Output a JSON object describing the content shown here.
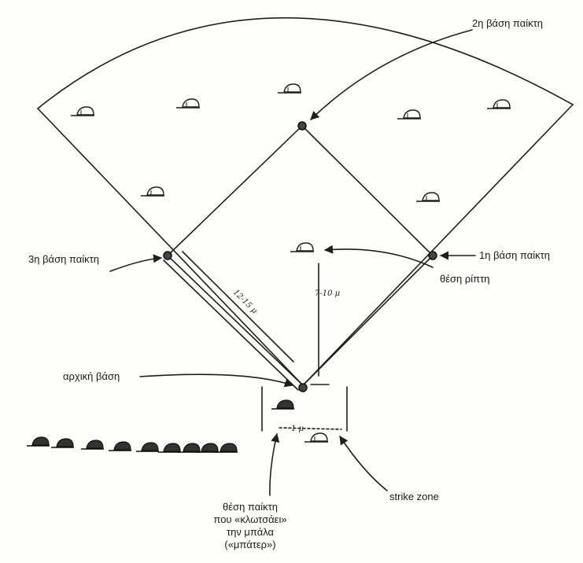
{
  "labels": {
    "second_base": "2η βάση παίκτη",
    "first_base": "1η βάση παίκτη",
    "third_base": "3η βάση παίκτη",
    "pitcher_position": "θέση ρίπτη",
    "home_base": "αρχική βάση",
    "strike_zone": "strike zone",
    "batter_position": [
      "θέση παίκτη",
      "που «κλωτσάει»",
      "την μπάλα",
      "(«μπάτερ»)"
    ]
  },
  "measurements": {
    "base_distance": "12-15 μ",
    "pitch_distance": "7-10 μ",
    "zone_width": "1 μ"
  },
  "icons": {
    "fielder": "cap-icon",
    "base": "base-marker-icon"
  },
  "colors": {
    "ink": "#1f1f1f",
    "paper": "#fdfdfc"
  }
}
